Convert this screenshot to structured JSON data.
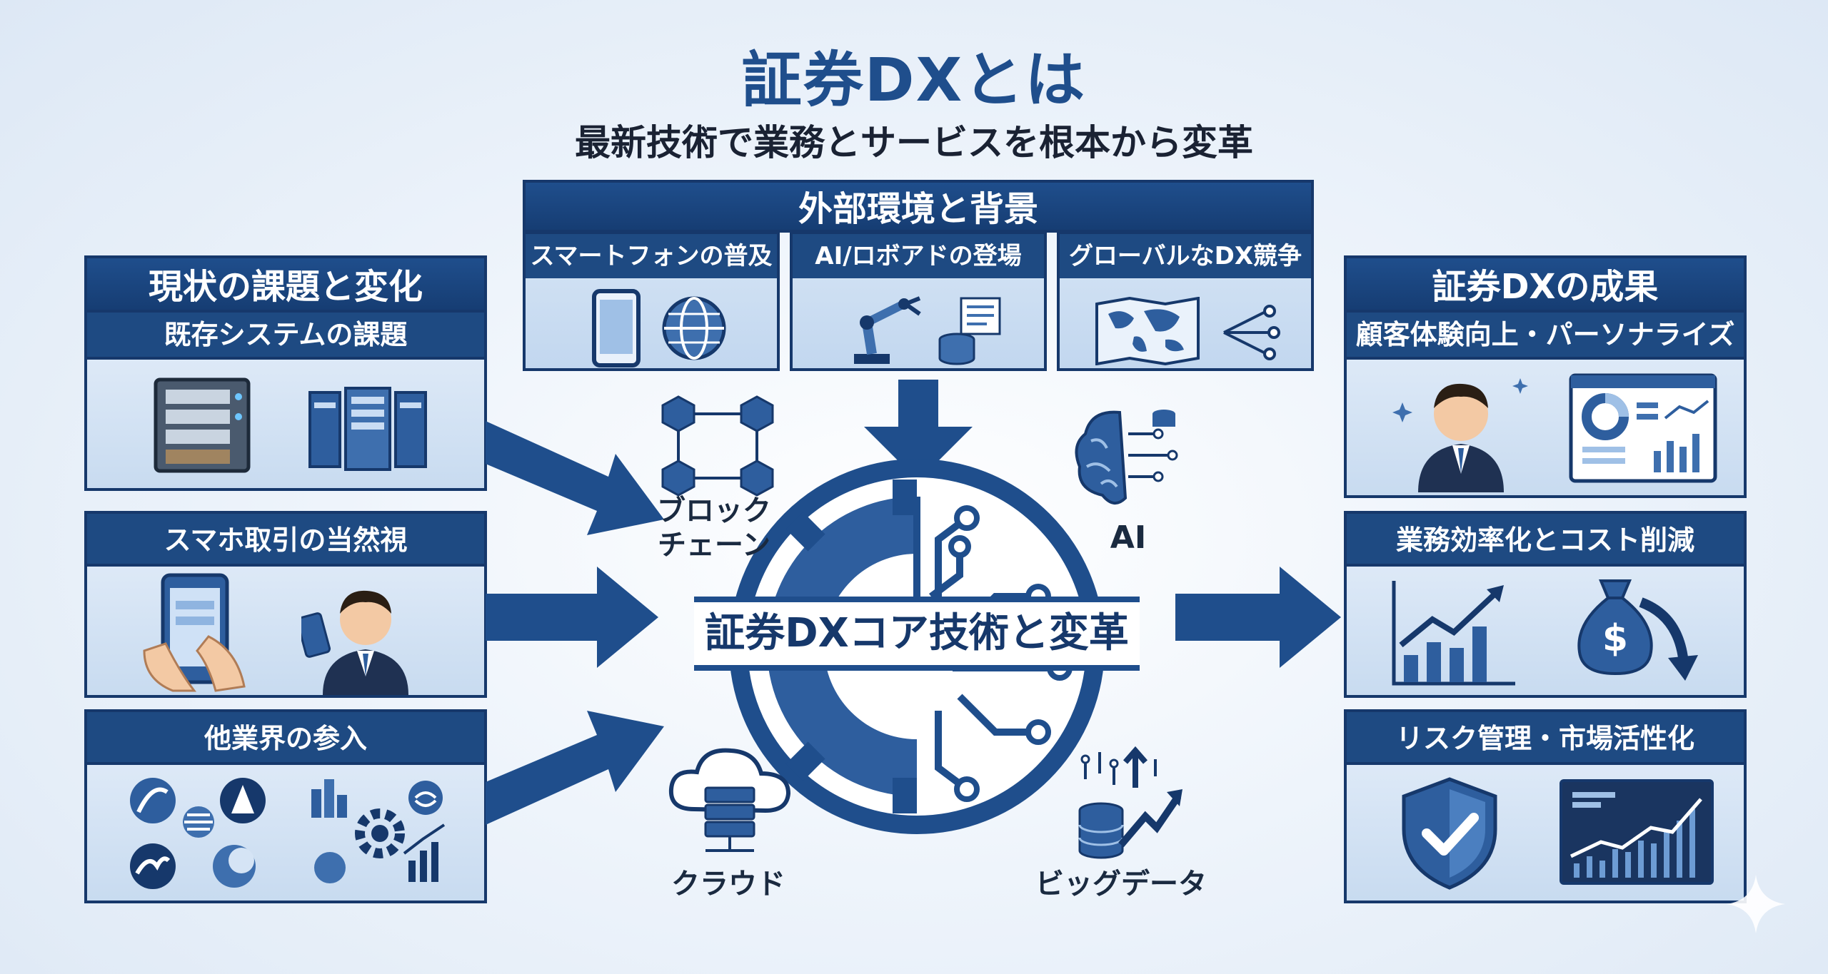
{
  "header": {
    "title": "証券DXとは",
    "subtitle": "最新技術で業務とサービスを根本から変革"
  },
  "external": {
    "title": "外部環境と背景",
    "items": [
      {
        "label": "スマートフォンの普及",
        "icons": [
          "smartphone-icon",
          "globe-icon"
        ]
      },
      {
        "label": "AI/ロボアドの登場",
        "icons": [
          "robot-arm-icon",
          "database-icon"
        ]
      },
      {
        "label": "グローバルなDX競争",
        "icons": [
          "world-map-icon",
          "network-icon"
        ]
      }
    ]
  },
  "left": {
    "title": "現状の課題と変化",
    "items": [
      {
        "label": "既存システムの課題",
        "icons": [
          "server-rack-icon",
          "server-tower-icon"
        ]
      },
      {
        "label": "スマホ取引の当然視",
        "icons": [
          "hand-smartphone-icon",
          "businessman-phone-icon"
        ]
      },
      {
        "label": "他業界の参入",
        "icons": [
          "company-logos-icon",
          "industry-gear-icon"
        ]
      }
    ]
  },
  "right": {
    "title": "証券DXの成果",
    "items": [
      {
        "label": "顧客体験向上・パーソナライズ",
        "icons": [
          "businessman-icon",
          "dashboard-icon"
        ]
      },
      {
        "label": "業務効率化とコスト削減",
        "icons": [
          "growth-chart-icon",
          "money-bag-icon"
        ]
      },
      {
        "label": "リスク管理・市場活性化",
        "icons": [
          "shield-check-icon",
          "market-chart-icon"
        ]
      }
    ]
  },
  "core": {
    "title": "証券DXコア技術と変革",
    "technologies": [
      {
        "label": "ブロック\nチェーン",
        "icon": "blockchain-icon"
      },
      {
        "label": "AI",
        "icon": "ai-brain-icon"
      },
      {
        "label": "クラウド",
        "icon": "cloud-icon"
      },
      {
        "label": "ビッグデータ",
        "icon": "big-data-icon"
      }
    ]
  },
  "colors": {
    "navy": "#16386b",
    "blue": "#1f4e8c",
    "panel": "#d5e4f5",
    "text": "#1a2233"
  }
}
